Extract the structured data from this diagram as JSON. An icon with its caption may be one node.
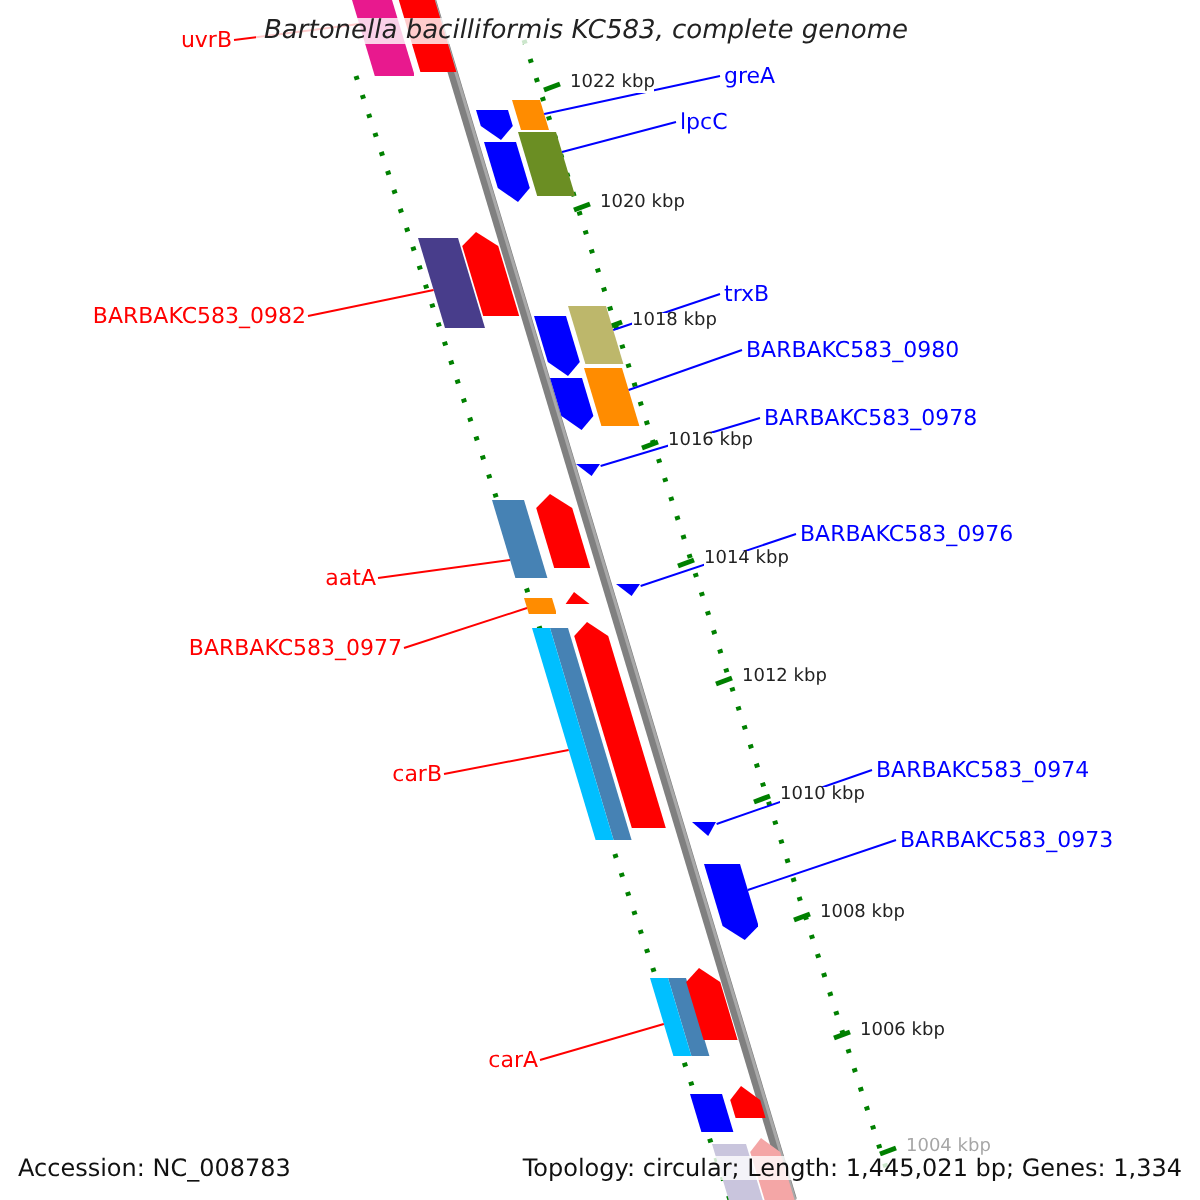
{
  "diagram": {
    "title": "Bartonella bacilliformis KC583, complete genome",
    "nodes": [
      {
        "text": [
          "uvrB"
        ]
      },
      {
        "text": [
          "greA"
        ]
      },
      {
        "text": [
          "lpcC"
        ]
      },
      {
        "text": [
          "BARBAKC583_0982"
        ]
      },
      {
        "text": [
          "trxB"
        ]
      },
      {
        "text": [
          "BARBAKC583_0980"
        ]
      },
      {
        "text": [
          "BARBAKC583_0978"
        ]
      },
      {
        "text": [
          "BARBAKC583_0976"
        ]
      },
      {
        "text": [
          "aatA"
        ]
      },
      {
        "text": [
          "BARBAKC583_0977"
        ]
      },
      {
        "text": [
          "carB"
        ]
      },
      {
        "text": [
          "BARBAKC583_0974"
        ]
      },
      {
        "text": [
          "BARBAKC583_0973"
        ]
      },
      {
        "text": [
          "carA"
        ]
      },
      {
        "text": [],
        "shape": "bar"
      },
      {
        "text": [],
        "shape": "bar"
      },
      {
        "text": [],
        "shape": "bar"
      },
      {
        "text": [],
        "shape": "bar"
      },
      {
        "text": [],
        "shape": "bar"
      },
      {
        "text": [],
        "shape": "bar"
      },
      {
        "text": [],
        "shape": "bar"
      },
      {
        "text": [],
        "shape": "bar"
      },
      {
        "text": [],
        "shape": "bar"
      },
      {
        "text": [],
        "shape": "bar"
      },
      {
        "text": [],
        "shape": "bar"
      },
      {
        "text": [],
        "shape": "bar"
      },
      {
        "text": [],
        "shape": "bar"
      },
      {
        "text": [],
        "shape": "bar"
      }
    ],
    "edges": [
      {
        "from": 0,
        "to": 14,
        "arrow": "none",
        "color": "#ff0000"
      },
      {
        "from": 1,
        "to": 15,
        "arrow": "none",
        "color": "#0000ff"
      },
      {
        "from": 2,
        "to": 16,
        "arrow": "none",
        "color": "#0000ff"
      },
      {
        "from": 3,
        "to": 17,
        "arrow": "none",
        "color": "#ff0000"
      },
      {
        "from": 4,
        "to": 18,
        "arrow": "none",
        "color": "#0000ff"
      },
      {
        "from": 5,
        "to": 19,
        "arrow": "none",
        "color": "#0000ff"
      },
      {
        "from": 6,
        "to": 20,
        "arrow": "none",
        "color": "#0000ff"
      },
      {
        "from": 7,
        "to": 21,
        "arrow": "none",
        "color": "#0000ff"
      },
      {
        "from": 8,
        "to": 22,
        "arrow": "none",
        "color": "#ff0000"
      },
      {
        "from": 9,
        "to": 23,
        "arrow": "none",
        "color": "#ff0000"
      },
      {
        "from": 10,
        "to": 24,
        "arrow": "none",
        "color": "#ff0000"
      },
      {
        "from": 11,
        "to": 25,
        "arrow": "none",
        "color": "#0000ff"
      },
      {
        "from": 12,
        "to": 26,
        "arrow": "none",
        "color": "#0000ff"
      },
      {
        "from": 13,
        "to": 27,
        "arrow": "none",
        "color": "#ff0000"
      }
    ],
    "labels": [
      "1022 kbp",
      "1020 kbp",
      "1018 kbp",
      "1016 kbp",
      "1014 kbp",
      "1012 kbp",
      "1010 kbp",
      "1008 kbp",
      "1006 kbp",
      "1004 kbp",
      "Accession: NC_008783",
      "Topology: circular; Length: 1,445,021 bp; Genes: 1,334"
    ]
  }
}
